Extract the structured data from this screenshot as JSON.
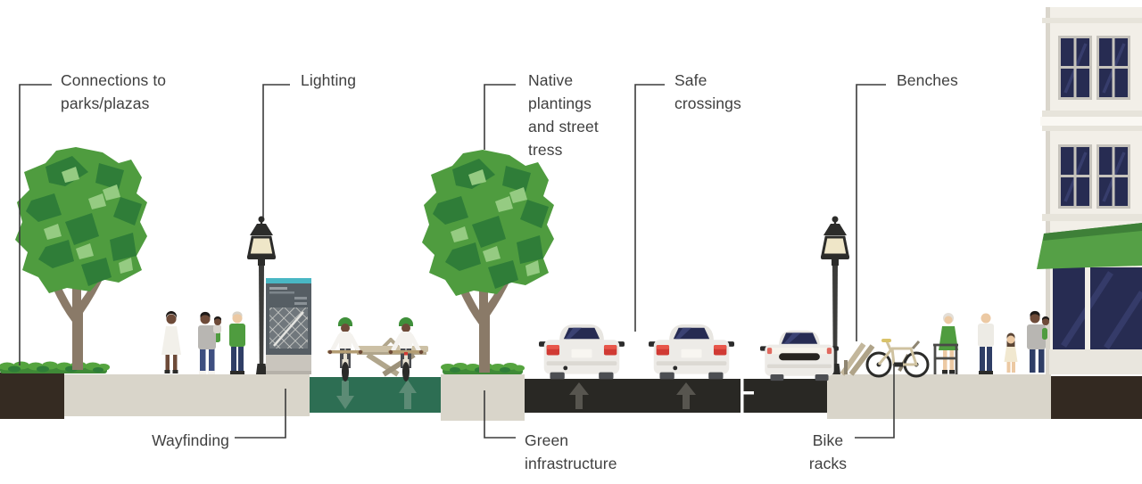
{
  "callouts": {
    "connections": {
      "text": "Connections to\nparks/plazas"
    },
    "lighting": {
      "text": "Lighting"
    },
    "native_plantings": {
      "text": "Native\nplantings\nand street\ntress"
    },
    "safe_crossings": {
      "text": "Safe\ncrossings"
    },
    "benches": {
      "text": "Benches"
    },
    "wayfinding": {
      "text": "Wayfinding"
    },
    "green_infrastructure": {
      "text": "Green\ninfrastructure"
    },
    "bike_racks": {
      "text": "Bike\nracks"
    }
  },
  "scene_objects": [
    "street-tree",
    "planter-bed",
    "sidewalk",
    "lamp-post",
    "wayfinding-kiosk",
    "bench",
    "protected-bike-lane",
    "cyclist",
    "street-tree-median",
    "car",
    "road",
    "lane-divider",
    "bike-rack",
    "bicycle",
    "pedestrian",
    "walker",
    "storefront-building",
    "awning"
  ],
  "colors": {
    "text": "#3f3f3f",
    "callout_line": "#3b3b3b",
    "canopy_green": "#4f9c3f",
    "canopy_dark": "#2f7d38",
    "canopy_light": "#95cb82",
    "bike_lane_green": "#2d6e53",
    "road_asphalt": "#292824",
    "sidewalk": "#d9d5ca",
    "soil_brown": "#352b22",
    "awning_green": "#55a046",
    "window_navy": "#272c52",
    "lamp_black": "#2c2c2a"
  }
}
